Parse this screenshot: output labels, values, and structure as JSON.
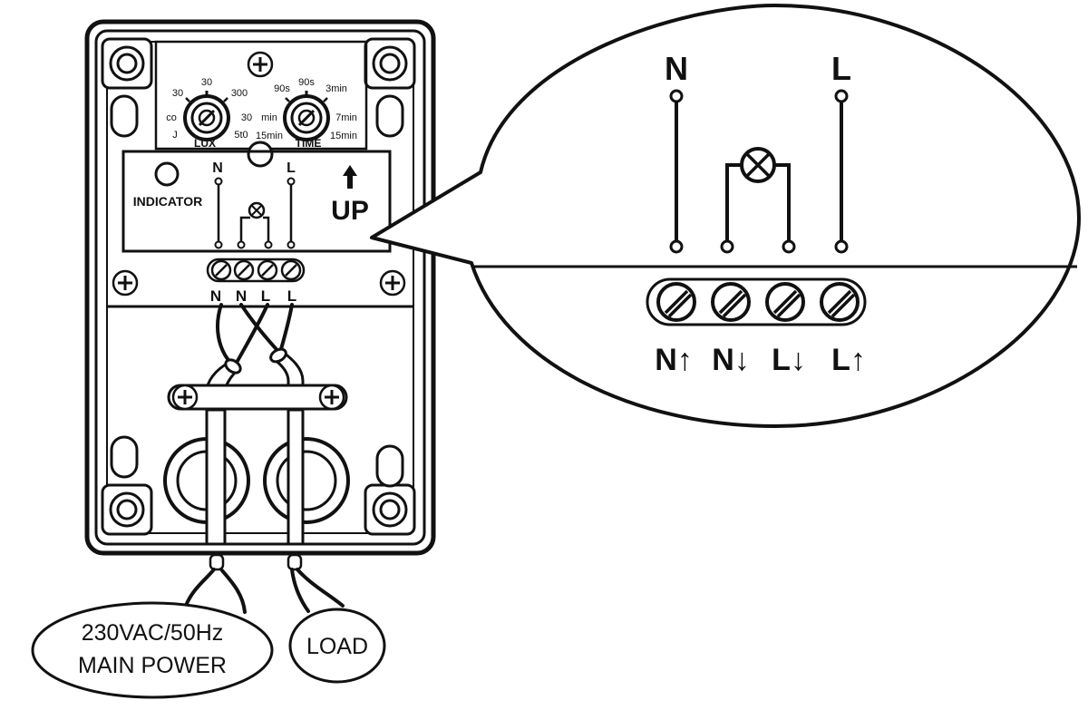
{
  "dials": {
    "lux": {
      "name": "LUX",
      "scale": [
        "30",
        "300",
        "30",
        "5t0",
        "co",
        "30",
        "J"
      ]
    },
    "time": {
      "name": "TIME",
      "scale": [
        "90s",
        "3min",
        "90s",
        "min",
        "7min",
        "15min",
        "15min"
      ]
    }
  },
  "panel": {
    "indicator_label": "INDICATOR",
    "up_label": "UP",
    "line_n": "N",
    "line_l": "L",
    "terminals": [
      "N",
      "N",
      "L",
      "L"
    ]
  },
  "zoom": {
    "line_n": "N",
    "line_l": "L",
    "terminals": [
      {
        "letter": "N",
        "arrow": "↑"
      },
      {
        "letter": "N",
        "arrow": "↓"
      },
      {
        "letter": "L",
        "arrow": "↓"
      },
      {
        "letter": "L",
        "arrow": "↑"
      }
    ]
  },
  "callouts": {
    "main_power": [
      "230VAC/50Hz",
      "MAIN POWER"
    ],
    "load": "LOAD"
  },
  "colors": {
    "line": "#111111",
    "background": "#ffffff"
  }
}
